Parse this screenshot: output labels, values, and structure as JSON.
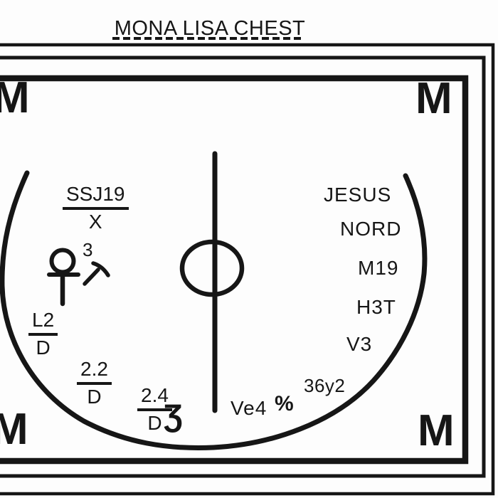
{
  "title": "MONA LISA CHEST",
  "corners": {
    "tl": "M",
    "tr": "M",
    "bl": "M",
    "br": "M"
  },
  "fractions": {
    "ssj19": {
      "num": "SSJ19",
      "den": "X"
    },
    "l2": {
      "num": "L2",
      "den": "D"
    },
    "f22": {
      "num": "2.2",
      "den": "D"
    },
    "f24": {
      "num": "2.4",
      "den": "D"
    }
  },
  "annotations": {
    "three": "3",
    "squiggle": "Ʒ"
  },
  "right_labels": {
    "jesus": "JESUS",
    "nord": "NORD",
    "m19": "M19",
    "h3t": "H3T",
    "v3": "V3",
    "y36": "36y2"
  },
  "bottom_labels": {
    "ve4": "Ve4",
    "percent": "%"
  },
  "icons": {
    "female": "female-symbol",
    "hammer": "hammer-symbol",
    "center_circle": "circle-marker"
  },
  "colors": {
    "ink": "#161616",
    "background": "#fdfdfd"
  }
}
